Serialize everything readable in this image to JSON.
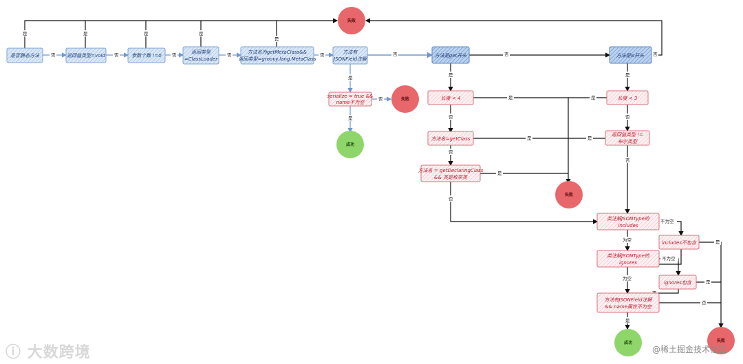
{
  "flowchart": {
    "nodes": {
      "n_static": "是否静态方法",
      "n_void": "返回值类型=void",
      "n_params": "参数个数 !=0",
      "n_loader_1": "返回类型",
      "n_loader_2": "=ClassLoader",
      "n_meta_1": "方法名为getMetaClass&&",
      "n_meta_2": "返回类型=groovy.lang.MetaClass",
      "n_jsonfield_1": "方法有",
      "n_jsonfield_2": "JSONField注解",
      "n_serialize_1": "serialize = true &&",
      "n_serialize_2": "name不为空",
      "n_get": "方法是get开头",
      "n_is": "方法是is开头",
      "n_len4": "长度 < 4",
      "n_len3": "长度 < 3",
      "n_getclass": "方法名=getClass",
      "n_retbool_1": "返回值类型 !=",
      "n_retbool_2": "布尔类型",
      "n_declaring_1": "方法名 = getDeclaringClass",
      "n_declaring_2": "&& 类是枚举类",
      "n_includes_1": "类注解JSONType的",
      "n_includes_2": "includes",
      "n_incl_not": "includes不包含",
      "n_ignores_1": "类注解JSONType的",
      "n_ignores_2": "ignores",
      "n_ign_has": "ignores包含",
      "n_field_1": "方法有JSONField注解",
      "n_field_2": "&& name属性不为空"
    },
    "circles": {
      "fail_top": "失败",
      "fail_serialize": "失败",
      "success_left": "成功",
      "fail_mid": "失败",
      "success_bottom": "成功",
      "fail_bottom": "失败"
    },
    "edge_labels": {
      "yes": "是",
      "no": "否",
      "is_empty": "为空",
      "not_empty": "不为空"
    }
  },
  "watermarks": {
    "left": "大数跨境",
    "right": "@稀土掘金技术社区"
  },
  "colors": {
    "blue_fill": "#dbe8f8",
    "blue_stroke": "#7fa3d6",
    "red_fill": "#fbe3e6",
    "red_stroke": "#d9707e",
    "fail": "#e8676b",
    "success": "#8fd66a"
  }
}
